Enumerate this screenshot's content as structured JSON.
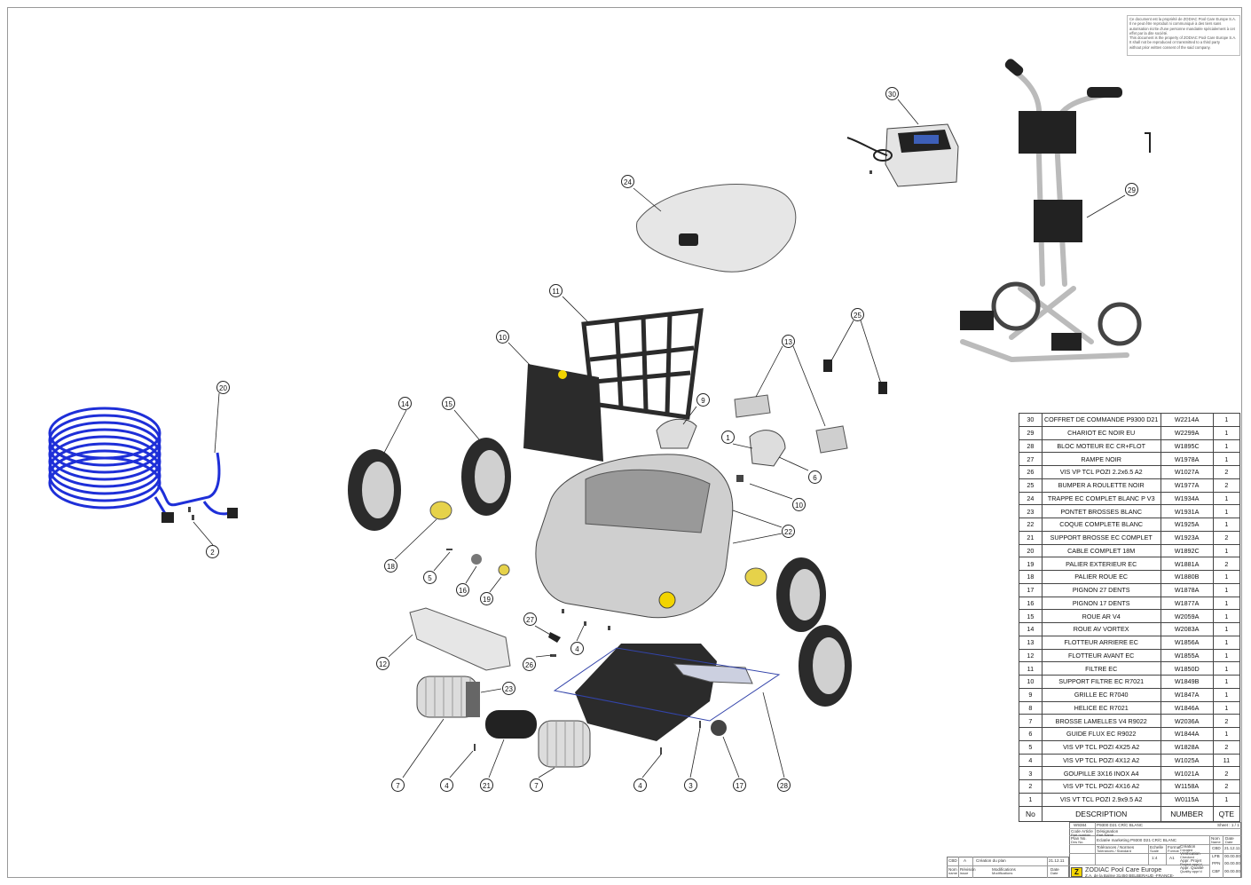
{
  "notice_lines": [
    "Ce document est la propriété de ZODIAC Pool Care Europe S.A.",
    "Il ne peut être reproduit ni communiqué à des tiers sans",
    "autorisation écrite d'une personne mandatée spécialement à cet",
    "effet par la dite société.",
    "This document is the property of ZODIAC Pool Care Europe S.A.",
    "It shall not be reproduced or transmitted to a third party",
    "without prior written consent of the said company."
  ],
  "balloons": [
    "30",
    "29",
    "24",
    "11",
    "10",
    "25",
    "13",
    "20",
    "14",
    "15",
    "9",
    "1",
    "6",
    "10",
    "22",
    "18",
    "5",
    "16",
    "19",
    "27",
    "4",
    "26",
    "12",
    "23",
    "7",
    "4",
    "21",
    "7",
    "4",
    "3",
    "17",
    "28",
    "2"
  ],
  "bom": {
    "rows": [
      {
        "no": "30",
        "desc": "COFFRET DE COMMANDE P9300 D21",
        "number": "W2214A",
        "qte": "1"
      },
      {
        "no": "29",
        "desc": "CHARIOT EC NOIR EU",
        "number": "W2299A",
        "qte": "1"
      },
      {
        "no": "28",
        "desc": "BLOC MOTEUR EC CR+FLOT",
        "number": "W1895C",
        "qte": "1"
      },
      {
        "no": "27",
        "desc": "RAMPE NOIR",
        "number": "W1978A",
        "qte": "1"
      },
      {
        "no": "26",
        "desc": "VIS VP TCL POZI 2.2x6.5 A2",
        "number": "W1027A",
        "qte": "2"
      },
      {
        "no": "25",
        "desc": "BUMPER A ROULETTE NOIR",
        "number": "W1977A",
        "qte": "2"
      },
      {
        "no": "24",
        "desc": "TRAPPE EC COMPLET BLANC P V3",
        "number": "W1934A",
        "qte": "1"
      },
      {
        "no": "23",
        "desc": "PONTET BROSSES BLANC",
        "number": "W1931A",
        "qte": "1"
      },
      {
        "no": "22",
        "desc": "COQUE COMPLETE BLANC",
        "number": "W1925A",
        "qte": "1"
      },
      {
        "no": "21",
        "desc": "SUPPORT BROSSE EC COMPLET",
        "number": "W1923A",
        "qte": "2"
      },
      {
        "no": "20",
        "desc": "CABLE COMPLET 18M",
        "number": "W1892C",
        "qte": "1"
      },
      {
        "no": "19",
        "desc": "PALIER EXTERIEUR EC",
        "number": "W1881A",
        "qte": "2"
      },
      {
        "no": "18",
        "desc": "PALIER ROUE EC",
        "number": "W1880B",
        "qte": "1"
      },
      {
        "no": "17",
        "desc": "PIGNON 27 DENTS",
        "number": "W1878A",
        "qte": "1"
      },
      {
        "no": "16",
        "desc": "PIGNON 17 DENTS",
        "number": "W1877A",
        "qte": "1"
      },
      {
        "no": "15",
        "desc": "ROUE AR V4",
        "number": "W2059A",
        "qte": "1"
      },
      {
        "no": "14",
        "desc": "ROUE AV VORTEX",
        "number": "W2083A",
        "qte": "1"
      },
      {
        "no": "13",
        "desc": "FLOTTEUR ARRIERE EC",
        "number": "W1856A",
        "qte": "1"
      },
      {
        "no": "12",
        "desc": "FLOTTEUR AVANT EC",
        "number": "W1855A",
        "qte": "1"
      },
      {
        "no": "11",
        "desc": "FILTRE EC",
        "number": "W1850D",
        "qte": "1"
      },
      {
        "no": "10",
        "desc": "SUPPORT FILTRE EC R7021",
        "number": "W1849B",
        "qte": "1"
      },
      {
        "no": "9",
        "desc": "GRILLE EC R7040",
        "number": "W1847A",
        "qte": "1"
      },
      {
        "no": "8",
        "desc": "HELICE EC R7021",
        "number": "W1846A",
        "qte": "1"
      },
      {
        "no": "7",
        "desc": "BROSSE LAMELLES V4 R9022",
        "number": "W2036A",
        "qte": "2"
      },
      {
        "no": "6",
        "desc": "GUIDE FLUX EC R9022",
        "number": "W1844A",
        "qte": "1"
      },
      {
        "no": "5",
        "desc": "VIS VP TCL POZI 4X25 A2",
        "number": "W1828A",
        "qte": "2"
      },
      {
        "no": "4",
        "desc": "VIS VP TCL POZI 4X12 A2",
        "number": "W1025A",
        "qte": "11"
      },
      {
        "no": "3",
        "desc": "GOUPILLE 3X16 INOX A4",
        "number": "W1021A",
        "qte": "2"
      },
      {
        "no": "2",
        "desc": "VIS VP TCL POZI 4X16 A2",
        "number": "W1158A",
        "qte": "2"
      },
      {
        "no": "1",
        "desc": "VIS VT TCL POZI 2.9x9.5 A2",
        "number": "W0115A",
        "qte": "1"
      }
    ],
    "header": {
      "no": "No",
      "desc": "DESCRIPTION",
      "number": "NUMBER",
      "qte": "QTE"
    }
  },
  "title_block": {
    "code": "W9384",
    "code_desc": "P9300 D21 CR/C BLANC",
    "sheet": "Sheet : 1 / 1",
    "code_article": "Code Article",
    "part_number": "Part number",
    "designation_lbl": "Désignation",
    "part_name_lbl": "Part Name",
    "plan_no": "Plan No.",
    "drw_no": "Drw No.",
    "designation": "Eclatée marketing P9300 D21 CR/C BLANC",
    "tolerances": "Tolérances / Normes",
    "tolerances_en": "Tolerances / Standard",
    "echelle": "Echelle",
    "scale": "Scale",
    "echelle_val": "1:4",
    "format": "Format",
    "format_en": "Format",
    "format_val": "A1",
    "nom": "Nom",
    "name": "Name",
    "date": "Date",
    "date_en": "Date",
    "creation": "Création",
    "created": "Created",
    "verification": "Vérification",
    "checked": "Checked",
    "appr_projet": "Appr. Projet",
    "project_appr": "Project appr'd",
    "appr_qualite": "Appr. Qualité",
    "quality_appr": "Quality appr'd",
    "sig": [
      {
        "name": "CBD",
        "date": "21.12.11"
      },
      {
        "name": "LPB",
        "date": "00.00.00"
      },
      {
        "name": "PPN",
        "date": "00.00.00"
      },
      {
        "name": "CBF",
        "date": "00.00.00"
      }
    ],
    "rev_row": {
      "name": "CBD",
      "rev": "A",
      "mod": "Création du plan",
      "date": "21.12.11"
    },
    "rev_hdr": {
      "nom": "Nom",
      "name": "name",
      "revision": "Révision",
      "issue": "issue",
      "modif": "Modifications",
      "modif_en": "Modifications",
      "date": "Date",
      "date_en": "Date"
    },
    "company": "ZODIAC Pool Care Europe",
    "address": "Z.A. de la Balme 31450 BELBERAUD -FRANCE-",
    "logo_letter": "Z"
  },
  "colors": {
    "cable": "#1e2fd8",
    "accent": "#f2d400",
    "dark": "#2a2a2a",
    "grey": "#bdbdbd"
  }
}
